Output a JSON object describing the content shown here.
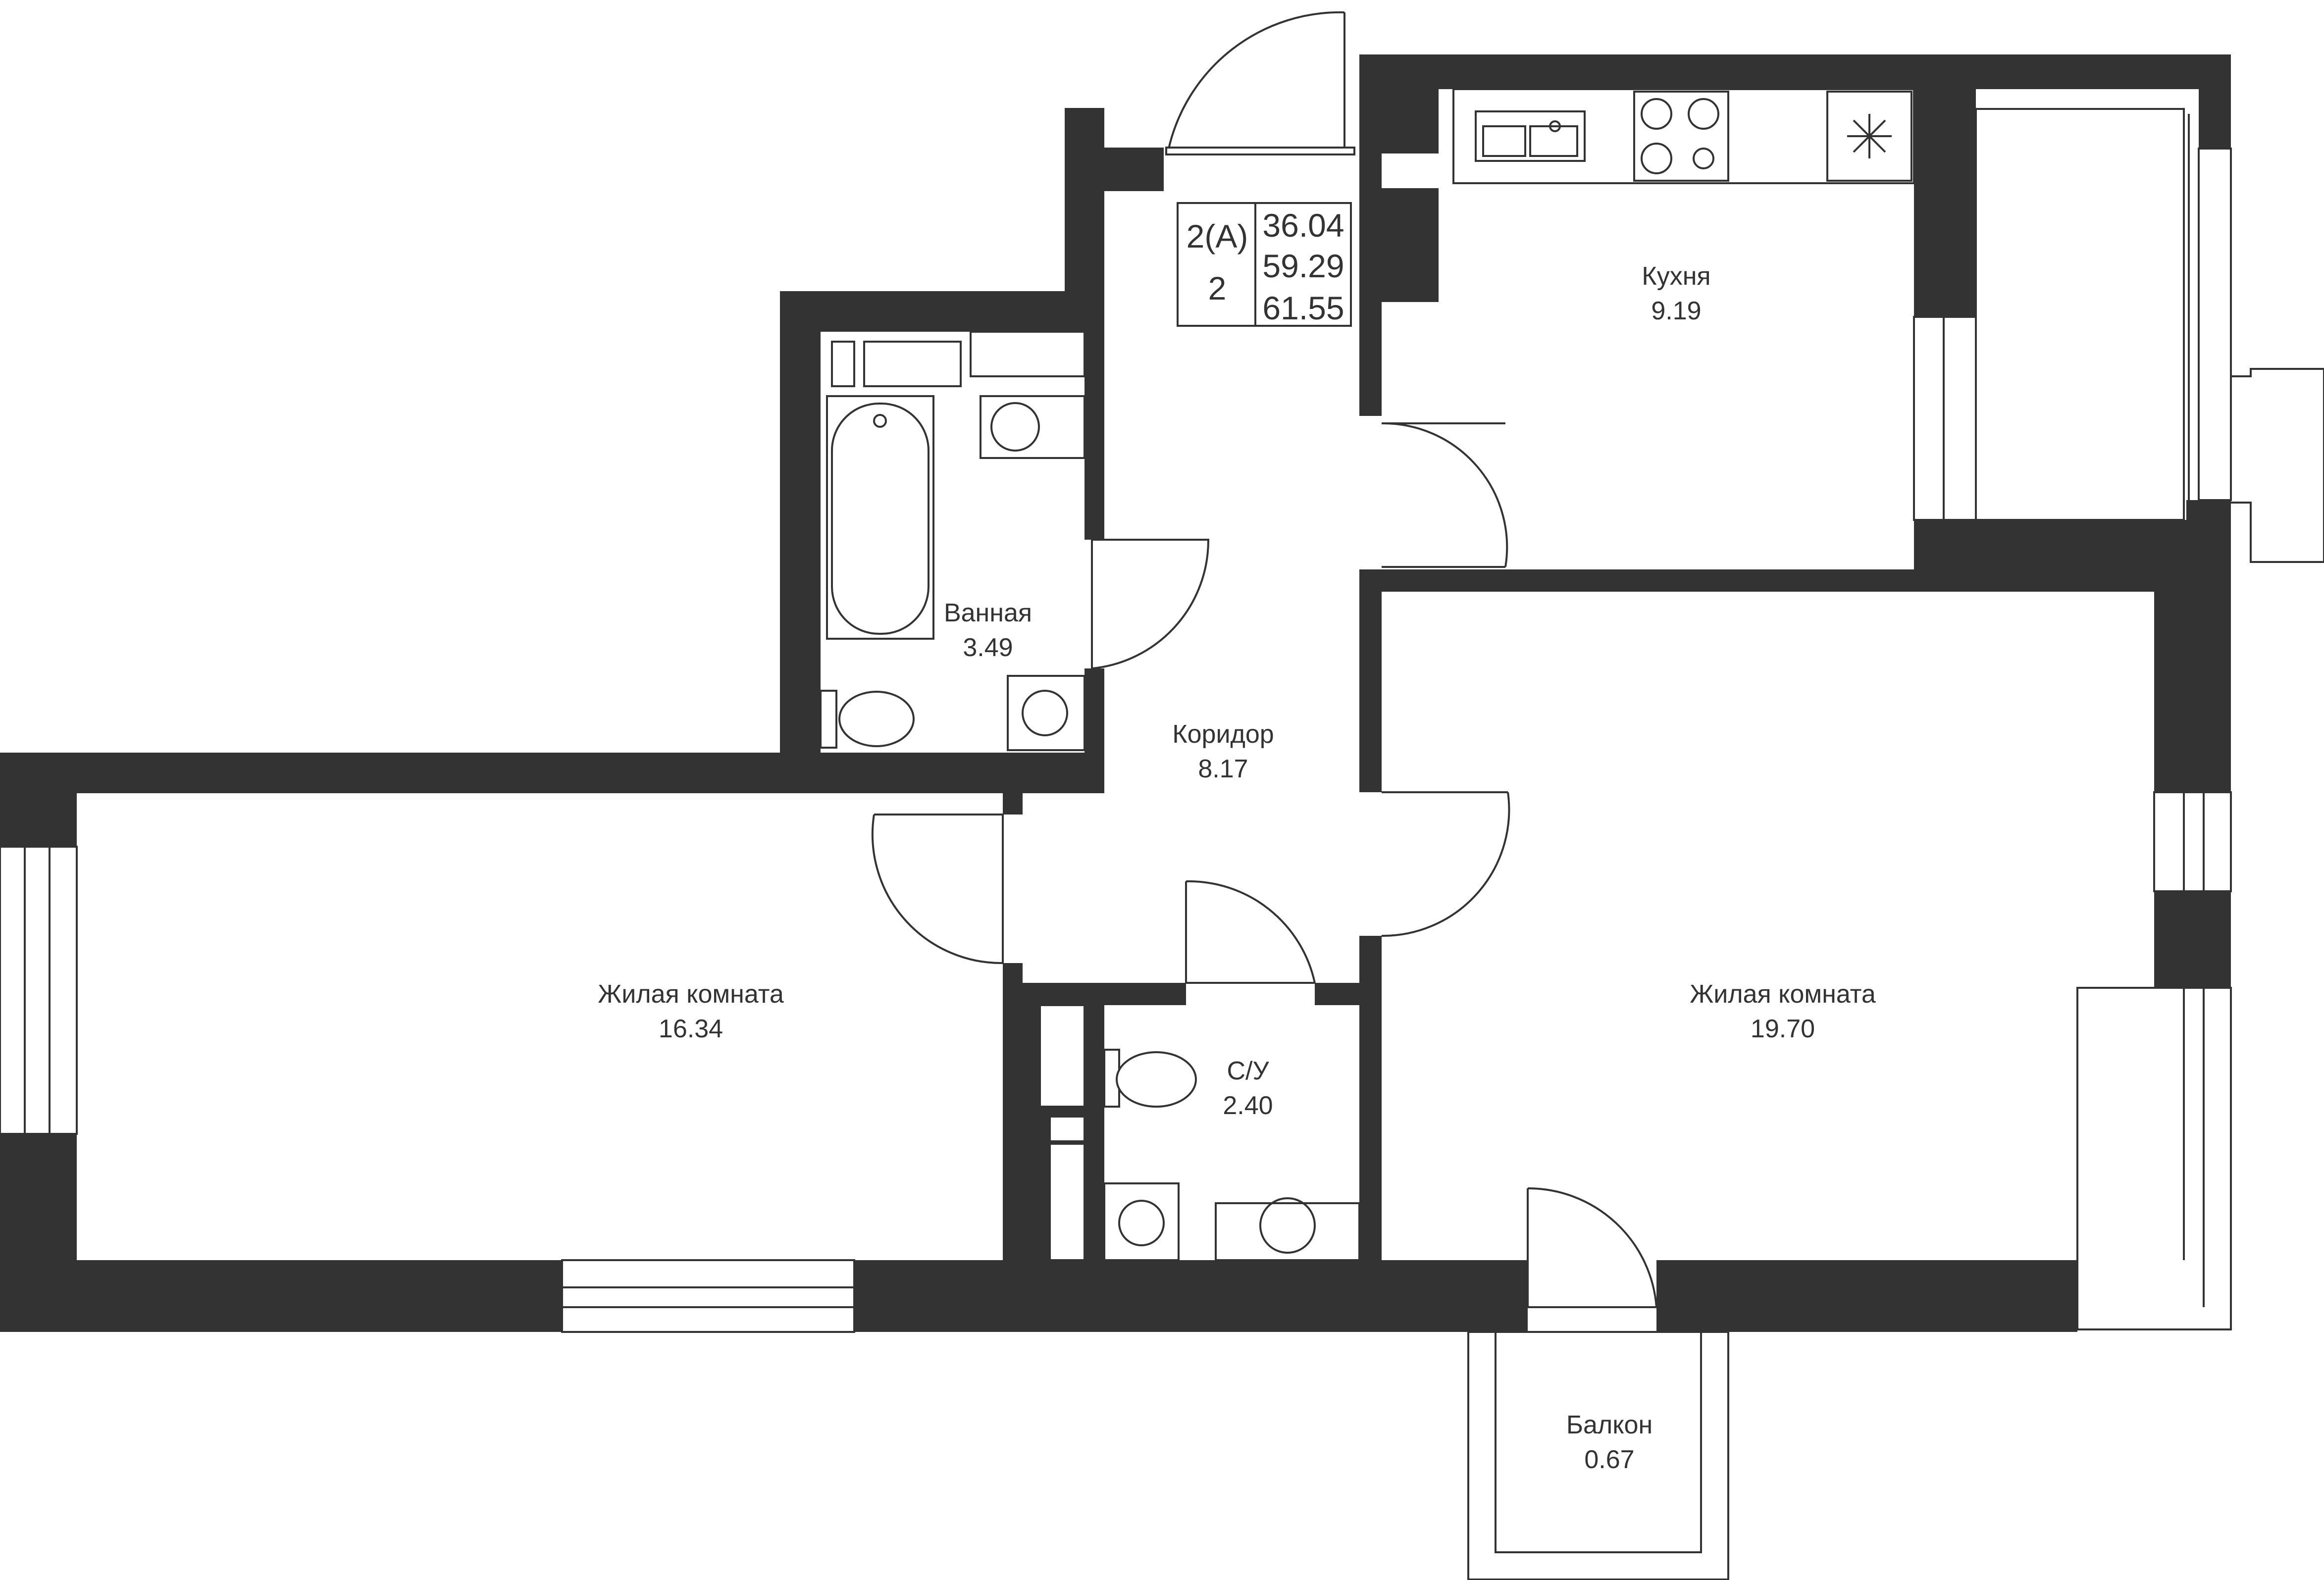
{
  "apartment": {
    "type": "2(A)",
    "rooms": "2",
    "living_area": "36.04",
    "total_area": "59.29",
    "total_area_with_balcony": "61.55"
  },
  "rooms": {
    "kitchen": {
      "name": "Кухня",
      "area": "9.19"
    },
    "bathroom": {
      "name": "Ванная",
      "area": "3.49"
    },
    "corridor": {
      "name": "Коридор",
      "area": "8.17"
    },
    "living_left": {
      "name": "Жилая комната",
      "area": "16.34"
    },
    "living_right": {
      "name": "Жилая комната",
      "area": "19.70"
    },
    "toilet": {
      "name": "С/У",
      "area": "2.40"
    },
    "balcony": {
      "name": "Балкон",
      "area": "0.67"
    }
  },
  "colors": {
    "wall": "#333333",
    "background": "#ffffff"
  }
}
